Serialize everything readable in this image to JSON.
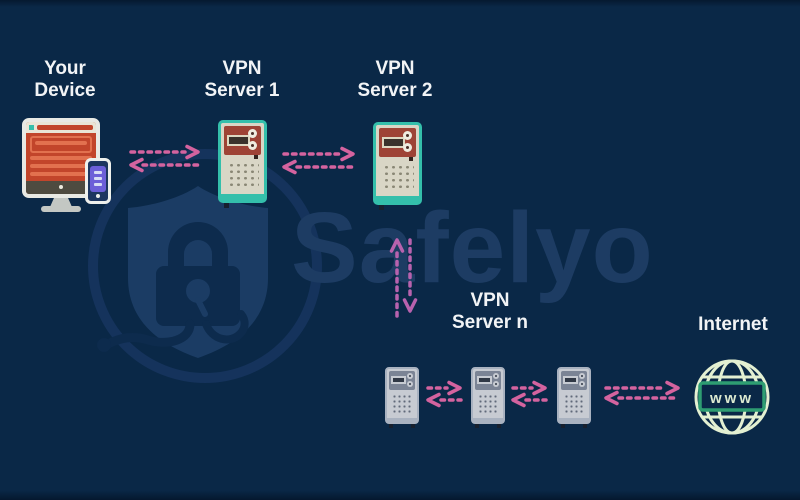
{
  "watermark": {
    "brand": "Safelyo"
  },
  "labels": {
    "device": [
      "Your",
      "Device"
    ],
    "server1": [
      "VPN",
      "Server 1"
    ],
    "server2": [
      "VPN",
      "Server 2"
    ],
    "server_n": [
      "VPN",
      "Server n"
    ],
    "internet": "Internet"
  },
  "globe": {
    "text": "www"
  },
  "colors": {
    "background": "#0a2847",
    "label_text": "#f2f4f6",
    "arrow_pink": "#d4639f",
    "arrow_magenta": "#b862ae",
    "server_teal": "#34bfab",
    "server_panel_red": "#9e4336",
    "server_body_beige": "#d9d6c6",
    "small_server_gray": "#a9b2c0",
    "screen_orange": "#c2452b",
    "phone_screen_purple": "#6c5fd8",
    "globe_green": "#e3f0d2",
    "banner_border_green": "#2e9d72",
    "watermark_blue": "#1d3c63"
  }
}
